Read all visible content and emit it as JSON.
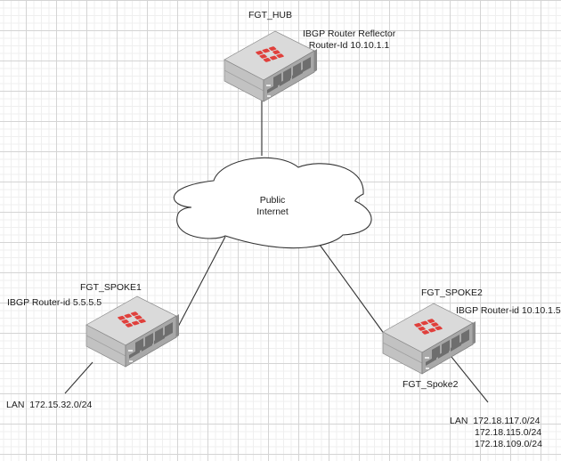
{
  "diagram": {
    "cloud": {
      "line1": "Public",
      "line2": "Internet"
    },
    "hub": {
      "name": "FGT_HUB",
      "role": "IBGP Router Reflector",
      "router_id": "Router-Id 10.10.1.1"
    },
    "spoke1": {
      "name": "FGT_SPOKE1",
      "router_id": "IBGP Router-id 5.5.5.5",
      "lan_prefix": "LAN",
      "lan": [
        "172.15.32.0/24"
      ]
    },
    "spoke2": {
      "name": "FGT_SPOKE2",
      "router_id": "IBGP Router-id 10.10.1.5",
      "sub_label": "FGT_Spoke2",
      "lan_prefix": "LAN",
      "lan": [
        "172.18.117.0/24",
        "172.18.115.0/24",
        "172.18.109.0/24"
      ]
    },
    "colors": {
      "logo_red": "#e0403c",
      "device_top": "#d9d9d9",
      "device_side": "#bdbdbd",
      "device_front": "#9e9e9e",
      "line": "#333333"
    }
  }
}
